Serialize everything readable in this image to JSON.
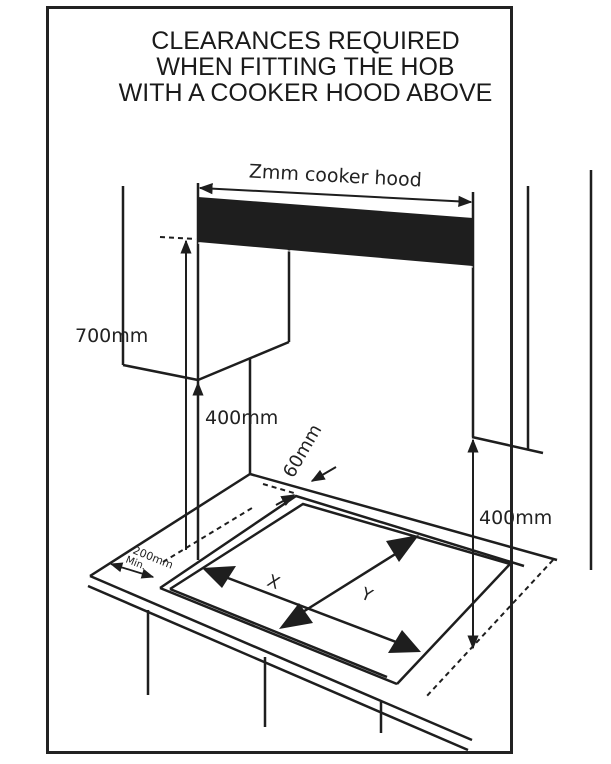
{
  "title": {
    "lines": [
      "CLEARANCES REQUIRED",
      "WHEN FITTING THE HOB",
      "WITH A COOKER HOOD ABOVE"
    ]
  },
  "labels": {
    "hood_width": "Zmm cooker hood",
    "height_700": "700mm",
    "height_400_left": "400mm",
    "height_400_right": "400mm",
    "rear_gap": "60mm",
    "side_gap_value": "200mm",
    "side_gap_note": "Min.",
    "hob_x": "X",
    "hob_y": "Y"
  },
  "colors": {
    "line": "#1e1e1e",
    "hood_fill": "#1e1e1e",
    "frame": "#222222"
  }
}
